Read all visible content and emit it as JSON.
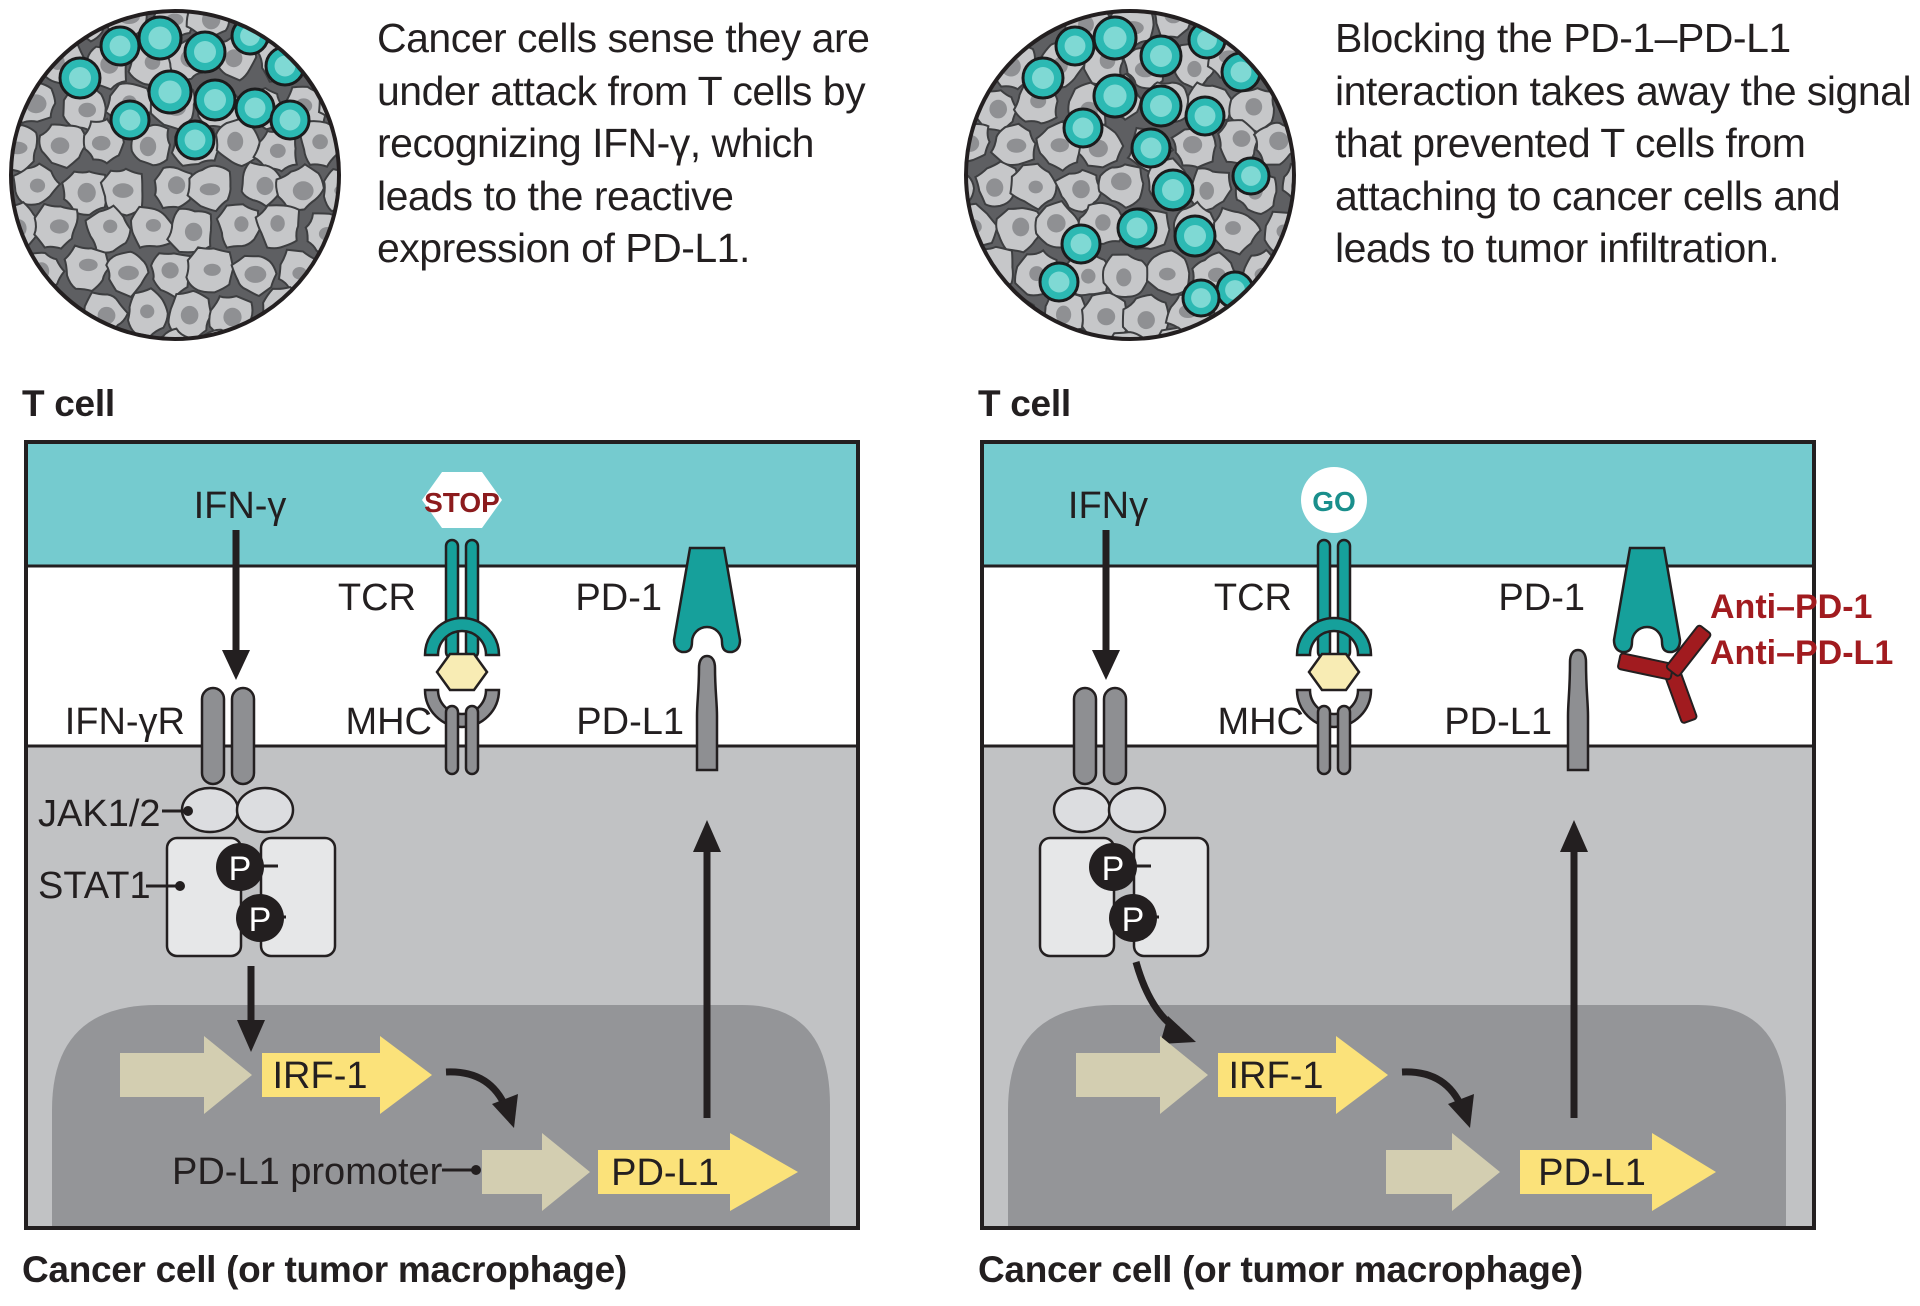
{
  "left": {
    "description": [
      "Cancer cells sense they are",
      "under attack from T cells by",
      "recognizing IFN-γ, which",
      "leads to the reactive",
      "expression of PD-L1."
    ],
    "t_cell_label": "T cell",
    "cancer_cell_label": "Cancer cell (or tumor macrophage)",
    "signal_badge": "STOP",
    "labels": {
      "ifn": "IFN-γ",
      "tcr": "TCR",
      "pd1": "PD-1",
      "ifn_receptor": "IFN-γR",
      "mhc": "MHC",
      "pdl1_membrane": "PD-L1",
      "jak": "JAK1/2",
      "stat": "STAT1",
      "phospho": "P",
      "irf1": "IRF-1",
      "promoter": "PD-L1 promoter",
      "pdl1_gene": "PD-L1"
    }
  },
  "right": {
    "description": [
      "Blocking the PD-1–PD-L1",
      "interaction takes away the signal",
      "that prevented T cells from",
      "attaching to cancer cells and",
      "leads to tumor infiltration."
    ],
    "t_cell_label": "T cell",
    "cancer_cell_label": "Cancer cell (or tumor macrophage)",
    "signal_badge": "GO",
    "labels": {
      "ifn": "IFNγ",
      "tcr": "TCR",
      "pd1": "PD-1",
      "mhc": "MHC",
      "pdl1_membrane": "PD-L1",
      "phospho": "P",
      "irf1": "IRF-1",
      "pdl1_gene": "PD-L1",
      "antibody_1": "Anti–PD-1",
      "antibody_2": "Anti–PD-L1"
    }
  },
  "colors": {
    "t_cell_teal": "#75cbcf",
    "receptor_teal": "#16a09b",
    "cytoplasm": "#c1c2c4",
    "nucleus": "#949598",
    "gene_yellow": "#fbe27a",
    "promoter_tan": "#d3ceb1",
    "antibody_red": "#a11b1f",
    "stop_red": "#8c1b1d",
    "go_teal": "#1a8f8c",
    "mhc_peptide": "#f8ecb4"
  }
}
